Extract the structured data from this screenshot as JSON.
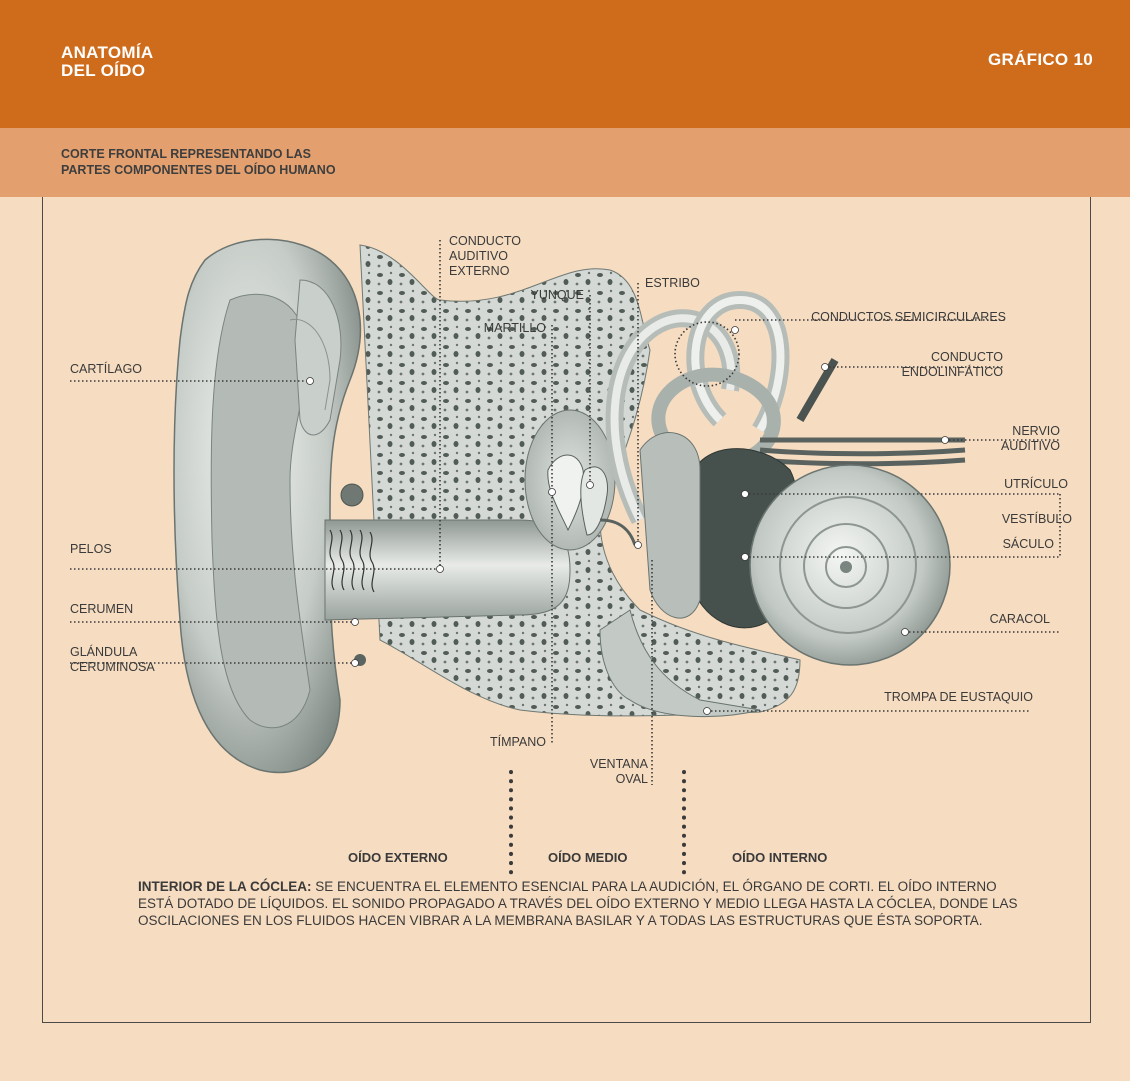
{
  "header": {
    "title_line1": "ANATOMÍA",
    "title_line2": "DEL OÍDO",
    "badge": "GRÁFICO 10",
    "color": "#cf6c1b"
  },
  "subheader": {
    "line1": "CORTE FRONTAL REPRESENTANDO LAS",
    "line2": "PARTES COMPONENTES DEL OÍDO HUMANO",
    "color": "#e3a06e"
  },
  "labels": {
    "conducto_auditivo_externo": [
      "CONDUCTO",
      "AUDITIVO",
      "EXTERNO"
    ],
    "estribo": "ESTRIBO",
    "yunque": "YUNQUE",
    "martillo": "MARTILLO",
    "conductos_semicirculares": "CONDUCTOS SEMICIRCULARES",
    "conducto_endolinfatico": [
      "CONDUCTO",
      "ENDOLINFÁTICO"
    ],
    "cartilago": "CARTÍLAGO",
    "nervio_auditivo": [
      "NERVIO",
      "AUDITIVO"
    ],
    "utriculo": "UTRÍCULO",
    "vestibulo": "VESTÍBULO",
    "saculo": "SÁCULO",
    "pelos": "PELOS",
    "cerumen": "CERUMEN",
    "caracol": "CARACOL",
    "glandula_ceruminosa": [
      "GLÁNDULA",
      "CERUMINOSA"
    ],
    "trompa_de_eustaquio": "TROMPA DE EUSTAQUIO",
    "timpano": "TÍMPANO",
    "ventana_oval": [
      "VENTANA",
      "OVAL"
    ]
  },
  "zones": {
    "externo": "OÍDO EXTERNO",
    "medio": "OÍDO MEDIO",
    "interno": "OÍDO INTERNO"
  },
  "note": {
    "lead": "INTERIOR DE LA CÓCLEA:",
    "body": " SE ENCUENTRA EL ELEMENTO ESENCIAL PARA LA AUDICIÓN, EL ÓRGANO DE CORTI. EL OÍDO INTERNO ESTÁ DOTADO DE LÍQUIDOS. EL SONIDO PROPAGADO A TRAVÉS DEL OÍDO EXTERNO Y MEDIO LLEGA HASTA LA CÓCLEA, DONDE LAS OSCILACIONES EN LOS FLUIDOS HACEN VIBRAR A LA MEMBRANA BASILAR Y A TODAS LAS ESTRUCTURAS QUE ÉSTA SOPORTA."
  }
}
